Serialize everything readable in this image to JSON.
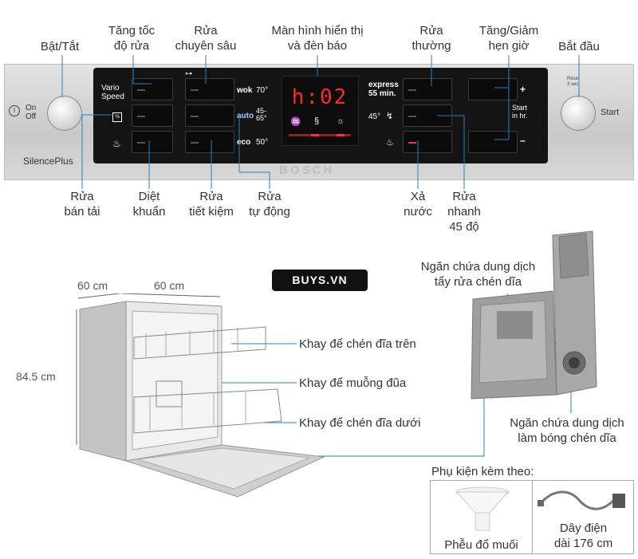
{
  "panel_labels_top": {
    "power": "Bật/Tắt",
    "vario_speed": "Tăng tốc\nđộ rửa",
    "intensive": "Rửa\nchuyên sâu",
    "display": "Màn hình hiển thị\nvà đèn báo",
    "normal": "Rửa\nthường",
    "time_adjust": "Tăng/Giảm\nhẹn giờ",
    "start": "Bắt đầu"
  },
  "panel_labels_bottom": {
    "half_load": "Rửa\nbán tải",
    "hygiene": "Diệt\nkhuẩn",
    "eco": "Rửa\ntiết kiệm",
    "auto": "Rửa\ntự động",
    "rinse": "Xả\nnước",
    "quick45": "Rửa\nnhanh\n45 độ"
  },
  "panel": {
    "on_off": "On\nOff",
    "brand_series": "SilencePlus",
    "vario_speed": "Vario\nSpeed",
    "wok": "wok",
    "wok_temp": "70°",
    "auto": "auto",
    "auto_temp": "45-\n65°",
    "eco": "eco",
    "eco_temp": "50°",
    "display_text": "h:02",
    "express": "express\n55 min.",
    "temp45": "45°",
    "plus": "+",
    "minus": "–",
    "start_in": "Start\nin hr.",
    "reset": "Reset\n3 sec",
    "start": "Start",
    "brand": "BOSCH"
  },
  "badge": "BUYS.VN",
  "dimensions": {
    "depth": "60 cm",
    "width": "60 cm",
    "height": "84.5 cm"
  },
  "dishwasher_labels": {
    "upper_rack": "Khay để chén đĩa trên",
    "cutlery": "Khay để muỗng đũa",
    "lower_rack": "Khay để chén đĩa dưới"
  },
  "dispenser_labels": {
    "detergent": "Ngăn chứa dung dịch\ntẩy rửa chén dĩa",
    "rinse_aid": "Ngăn chứa dung dịch\nlàm bóng chén dĩa"
  },
  "accessories": {
    "title": "Phụ kiện kèm theo:",
    "funnel": "Phễu đổ muối",
    "cable": "Dây điện\ndài 176 cm"
  },
  "colors": {
    "leader_line": "#2a7fc8",
    "display_red": "#ff2a2a",
    "panel_black": "#141414"
  }
}
